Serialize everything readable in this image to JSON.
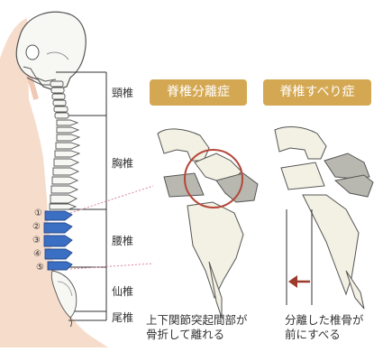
{
  "spine_labels": {
    "cervical": "頸椎",
    "thoracic": "胸椎",
    "lumbar": "腰椎",
    "sacrum": "仙椎",
    "coccyx": "尾椎"
  },
  "lumbar_markers": [
    "①",
    "②",
    "③",
    "④",
    "⑤"
  ],
  "panels": {
    "spondylolysis": {
      "title": "脊椎分離症",
      "caption_line1": "上下関節突起間部が",
      "caption_line2": "骨折して離れる"
    },
    "spondylolisthesis": {
      "title": "脊椎すべり症",
      "caption_line1": "分離した椎骨が",
      "caption_line2": "前にすべる"
    }
  },
  "colors": {
    "badge": "#d4a853",
    "lumbar_highlight": "#3b6fc4",
    "circle": "#b5473a",
    "arrow": "#9c3a2c",
    "skin": "#f6dccb",
    "bone_fill": "#f3f1e4",
    "bone_grey": "#b8b8b0"
  }
}
